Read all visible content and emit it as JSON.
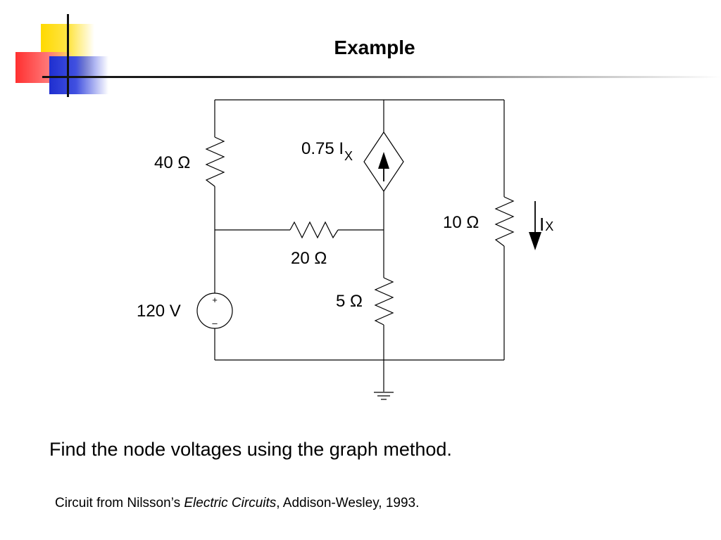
{
  "title": "Example",
  "circuit": {
    "labels": {
      "r_top_left": "40 Ω",
      "dep_source_coef": "0.75 I",
      "dep_source_sub": "X",
      "r_right": "10 Ω",
      "ix_main": "I",
      "ix_sub": "X",
      "r_middle": "20 Ω",
      "r_bottom": "5 Ω",
      "v_source": "120 V",
      "plus": "+",
      "minus": "–"
    }
  },
  "instruction": "Find the node voltages using the graph method.",
  "citation": {
    "prefix": "Circuit from Nilsson’s ",
    "book": "Electric Circuits",
    "suffix": ", Addison-Wesley, 1993."
  },
  "colors": {
    "deco_yellow": "#ffd900",
    "deco_red": "#ff3030",
    "deco_blue": "#1f2fd0"
  }
}
